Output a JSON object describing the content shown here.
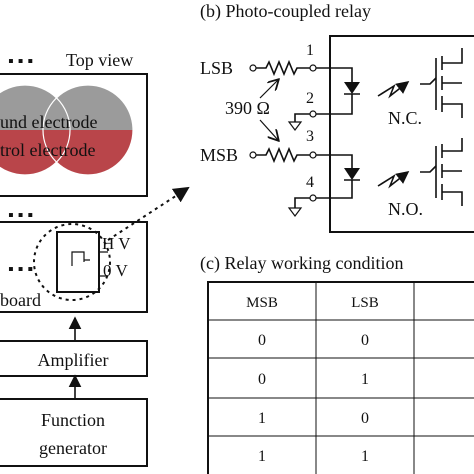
{
  "panel_a": {
    "top_view": "Top view",
    "dots": "▪  ▪  ▪",
    "ground_electrode": "und electrode",
    "control_electrode": "trol electrode",
    "high_v": "H V",
    "zero_v": "0 V",
    "board": "board",
    "amplifier": "Amplifier",
    "function_gen_line1": "Function",
    "function_gen_line2": "generator"
  },
  "panel_b": {
    "title": "(b) Photo-coupled relay",
    "lsb": "LSB",
    "msb": "MSB",
    "resistor": "390 Ω",
    "pin1": "1",
    "pin2": "2",
    "pin3": "3",
    "pin4": "4",
    "nc": "N.C.",
    "no": "N.O."
  },
  "panel_c": {
    "title": "(c) Relay working condition",
    "headers": [
      "MSB",
      "LSB",
      ""
    ],
    "rows": [
      [
        "0",
        "0",
        ""
      ],
      [
        "0",
        "1",
        ""
      ],
      [
        "1",
        "0",
        ""
      ],
      [
        "1",
        "1",
        ""
      ]
    ]
  },
  "colors": {
    "gray_electrode": "#9b9b9b",
    "red_electrode": "#b9454a"
  }
}
